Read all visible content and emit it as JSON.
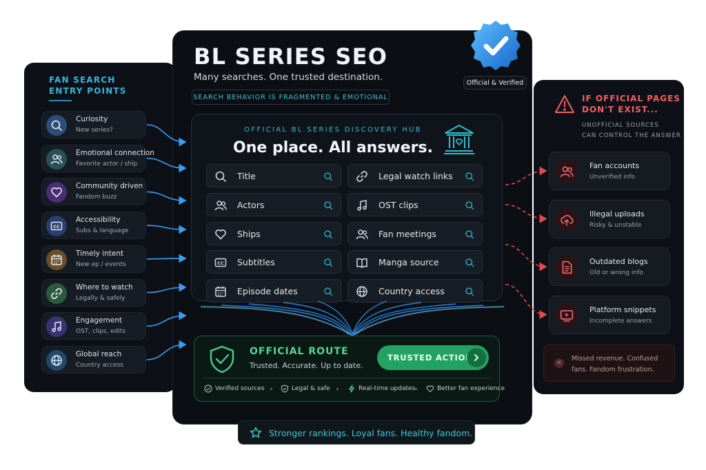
{
  "left": {
    "title_line1": "FAN SEARCH",
    "title_line2": "ENTRY POINTS",
    "items": [
      {
        "title": "Curiosity",
        "sub": "New series?",
        "icon": "search-icon",
        "color": "#2c4f7a"
      },
      {
        "title": "Emotional connection",
        "sub": "Favorite actor / ship",
        "icon": "users-icon",
        "color": "#2a4f58"
      },
      {
        "title": "Community driven",
        "sub": "Fandom buzz",
        "icon": "heart-icon",
        "color": "#4a2e74"
      },
      {
        "title": "Accessibility",
        "sub": "Subs & language",
        "icon": "cc-icon",
        "color": "#2a3f6e"
      },
      {
        "title": "Timely intent",
        "sub": "New ep / events",
        "icon": "calendar-icon",
        "color": "#6a4f2a"
      },
      {
        "title": "Where to watch",
        "sub": "Legally & safely",
        "icon": "link-icon",
        "color": "#2d5a3c"
      },
      {
        "title": "Engagement",
        "sub": "OST, clips, edits",
        "icon": "music-icon",
        "color": "#3b3272"
      },
      {
        "title": "Global reach",
        "sub": "Country access",
        "icon": "globe-icon",
        "color": "#23486a"
      }
    ]
  },
  "center": {
    "title": "BL SERIES SEO",
    "subtitle": "Many searches. One trusted destination.",
    "fragment_pill": "SEARCH BEHAVIOR IS FRAGMENTED & EMOTIONAL",
    "official_tag": "Official & Verified",
    "hub": {
      "small": "OFFICIAL BL SERIES DISCOVERY HUB",
      "title": "One place. All answers.",
      "buttons": [
        {
          "label": "Title",
          "icon": "search-icon"
        },
        {
          "label": "Legal watch links",
          "icon": "link-icon"
        },
        {
          "label": "Actors",
          "icon": "users-icon"
        },
        {
          "label": "OST clips",
          "icon": "music-icon"
        },
        {
          "label": "Ships",
          "icon": "heart-icon"
        },
        {
          "label": "Fan meetings",
          "icon": "users-icon"
        },
        {
          "label": "Subtitles",
          "icon": "cc-icon"
        },
        {
          "label": "Manga source",
          "icon": "book-icon"
        },
        {
          "label": "Episode dates",
          "icon": "calendar-icon"
        },
        {
          "label": "Country access",
          "icon": "globe-icon"
        }
      ]
    },
    "route": {
      "title": "OFFICIAL ROUTE",
      "sub": "Trusted. Accurate. Up to date.",
      "button": "TRUSTED ACTION",
      "features": [
        "Verified sources",
        "Legal & safe",
        "Real-time updates",
        "Better fan experience"
      ]
    },
    "footer": "Stronger rankings. Loyal fans. Healthy fandom."
  },
  "right": {
    "title_line1": "IF OFFICIAL PAGES",
    "title_line2": "DON'T EXIST...",
    "sub_line1": "UNOFFICIAL SOURCES",
    "sub_line2": "CAN CONTROL THE ANSWER",
    "items": [
      {
        "title": "Fan accounts",
        "sub": "Unverified info",
        "icon": "users-icon"
      },
      {
        "title": "Illegal uploads",
        "sub": "Risky & unstable",
        "icon": "upload-icon"
      },
      {
        "title": "Outdated blogs",
        "sub": "Old or wrong info",
        "icon": "document-icon"
      },
      {
        "title": "Platform snippets",
        "sub": "Incomplete answers",
        "icon": "video-icon"
      }
    ],
    "missed": "Missed revenue. Confused fans. Fandom frustration."
  },
  "colors": {
    "accent_blue": "#37b6d8",
    "accent_green": "#2fbf74",
    "accent_red": "#e5484d",
    "background": "#0d1117"
  }
}
